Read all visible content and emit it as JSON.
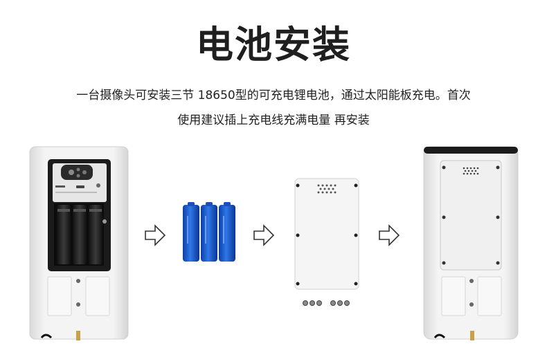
{
  "header": {
    "title": "电池安装",
    "description_line1": "一台摄像头可安装三节 18650型的可充电锂电池，通过太阳能板充电。首次",
    "description_line2": "使用建议插上充电线充满电量 再安装"
  },
  "steps": [
    {
      "name": "camera-open-battery-bay",
      "icon": "camera-with-battery-slots"
    },
    {
      "name": "batteries",
      "icon": "three-blue-18650-batteries"
    },
    {
      "name": "back-cover",
      "icon": "cover-plate-with-screws"
    },
    {
      "name": "camera-closed",
      "icon": "camera-with-cover-installed"
    }
  ],
  "colors": {
    "battery_blue": "#1f5fcf",
    "camera_body": "#f2f2f2",
    "bay_dark": "#1b1b1b"
  }
}
